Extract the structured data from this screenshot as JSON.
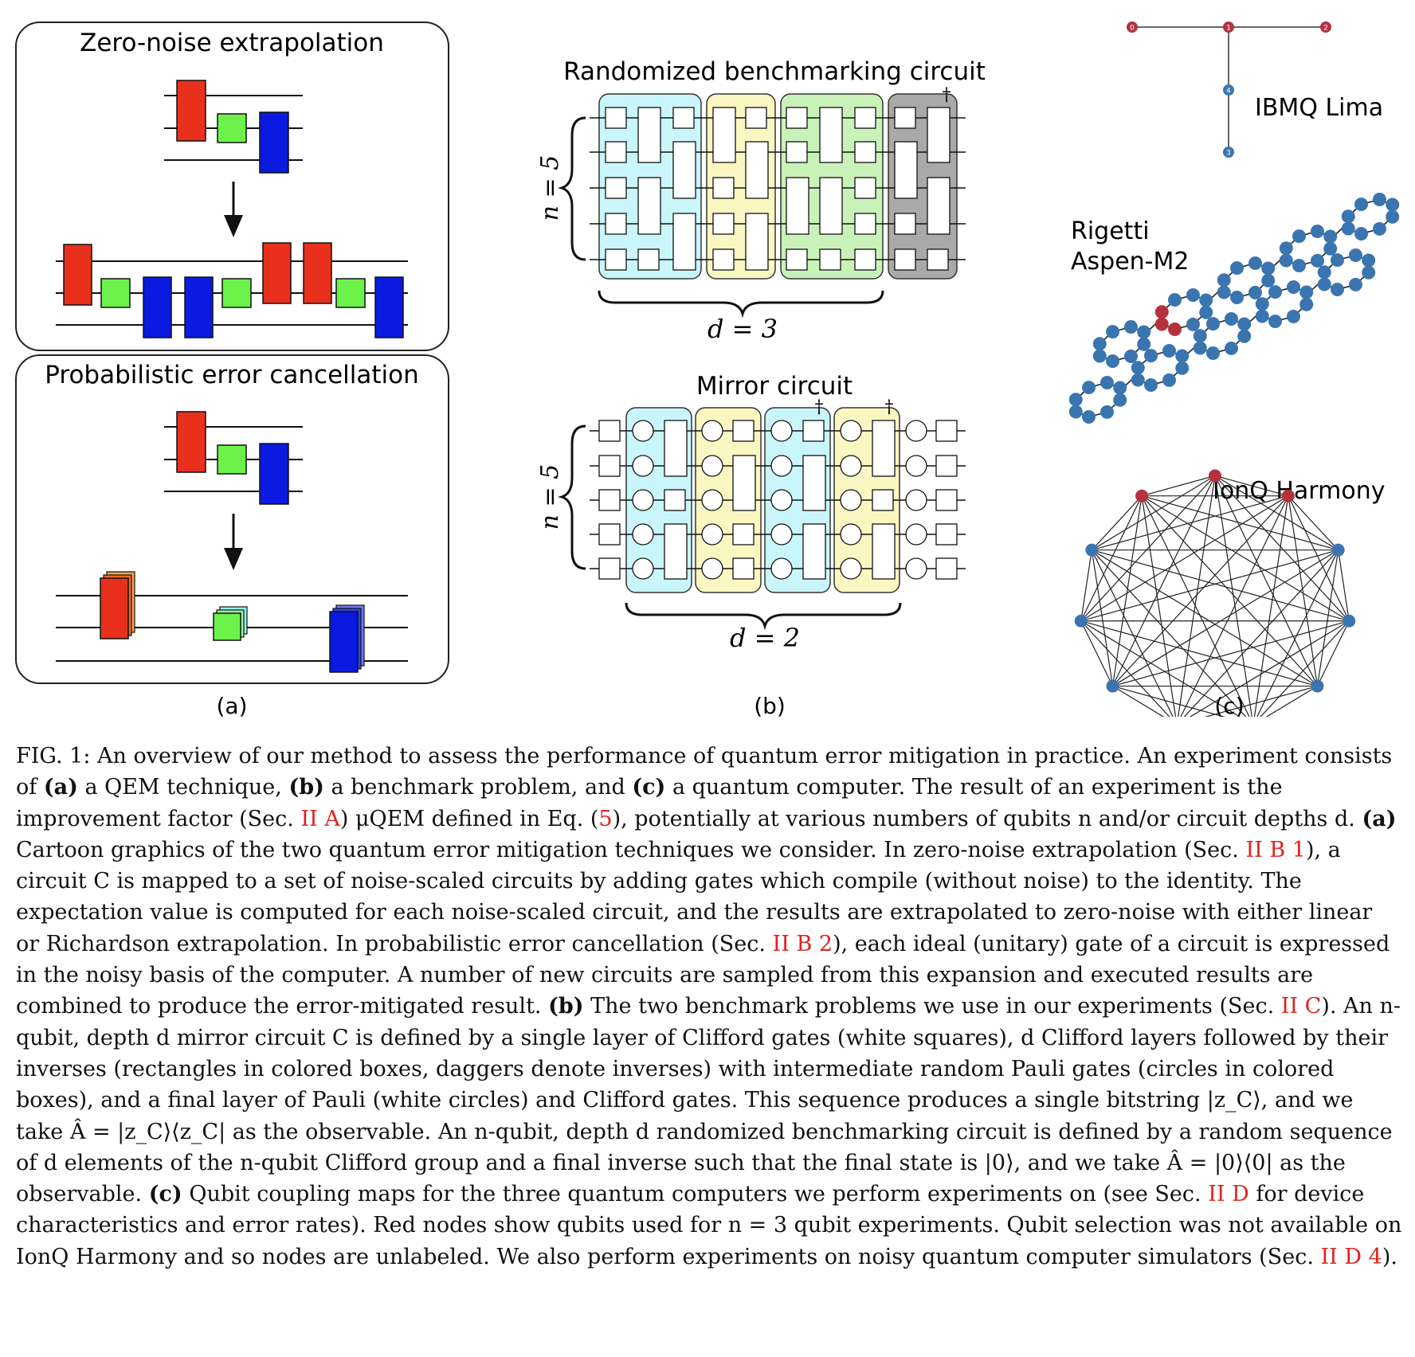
{
  "panel_a": {
    "zne_title": "Zero-noise extrapolation",
    "pec_title": "Probabilistic error cancellation",
    "label": "(a)"
  },
  "panel_b": {
    "rb_title": "Randomized benchmarking circuit",
    "mirror_title": "Mirror circuit",
    "rb_n": "n = 5",
    "rb_d": "d = 3",
    "mirror_n": "n = 5",
    "mirror_d": "d = 2",
    "dagger": "†",
    "label": "(b)"
  },
  "panel_c": {
    "ibmq_title": "IBMQ Lima",
    "rigetti_title_1": "Rigetti",
    "rigetti_title_2": "Aspen-M2",
    "ionq_title": "IonQ Harmony",
    "label": "(c)",
    "ibmq_nodes": [
      "0",
      "1",
      "2",
      "4",
      "3"
    ],
    "colors": {
      "red_node": "#b5323c",
      "blue_node": "#3a75b0"
    }
  },
  "colors": {
    "red_gate": "#e8301c",
    "green_gate": "#6cf24a",
    "blue_gate": "#0a1ae0",
    "cyan_box": "#c9f6fa",
    "yellow_box": "#fbf7c2",
    "green_box": "#c9f2b9",
    "gray_box": "#a9a9a9",
    "ref": "#e0231b"
  },
  "caption": {
    "fig": "FIG. 1:",
    "s1": "An overview of our method to assess the performance of quantum error mitigation in practice. An experiment consists of",
    "a1": "(a)",
    "s2": "a QEM technique,",
    "b1": "(b)",
    "s3": "a benchmark problem, and",
    "c1": "(c)",
    "s4": "a quantum computer. The result of an experiment is the improvement factor (Sec.",
    "ref1": "II A",
    "s5": ") μQEM defined in Eq. (",
    "ref2": "5",
    "s6": "), potentially at various numbers of qubits n and/or circuit depths d.",
    "a2": "(a)",
    "s7": "Cartoon graphics of the two quantum error mitigation techniques we consider. In zero-noise extrapolation (Sec.",
    "ref3": "II B 1",
    "s8": "), a circuit C is mapped to a set of noise-scaled circuits by adding gates which compile (without noise) to the identity. The expectation value is computed for each noise-scaled circuit, and the results are extrapolated to zero-noise with either linear or Richardson extrapolation. In probabilistic error cancellation (Sec.",
    "ref4": "II B 2",
    "s9": "), each ideal (unitary) gate of a circuit is expressed in the noisy basis of the computer. A number of new circuits are sampled from this expansion and executed results are combined to produce the error-mitigated result.",
    "b2": "(b)",
    "s10": "The two benchmark problems we use in our experiments (Sec.",
    "ref5": "II C",
    "s11": "). An n-qubit, depth d mirror circuit C is defined by a single layer of Clifford gates (white squares), d Clifford layers followed by their inverses (rectangles in colored boxes, daggers denote inverses) with intermediate random Pauli gates (circles in colored boxes), and a final layer of Pauli (white circles) and Clifford gates. This sequence produces a single bitstring |z_C⟩, and we take Â = |z_C⟩⟨z_C| as the observable. An n-qubit, depth d randomized benchmarking circuit is defined by a random sequence of d elements of the n-qubit Clifford group and a final inverse such that the final state is |0⟩, and we take Â = |0⟩⟨0| as the observable.",
    "c2": "(c)",
    "s12": "Qubit coupling maps for the three quantum computers we perform experiments on (see Sec.",
    "ref6": "II D",
    "s13": "for device characteristics and error rates). Red nodes show qubits used for n = 3 qubit experiments. Qubit selection was not available on IonQ Harmony and so nodes are unlabeled. We also perform experiments on noisy quantum computer simulators (Sec.",
    "ref7": "II D 4",
    "s14": ")."
  }
}
